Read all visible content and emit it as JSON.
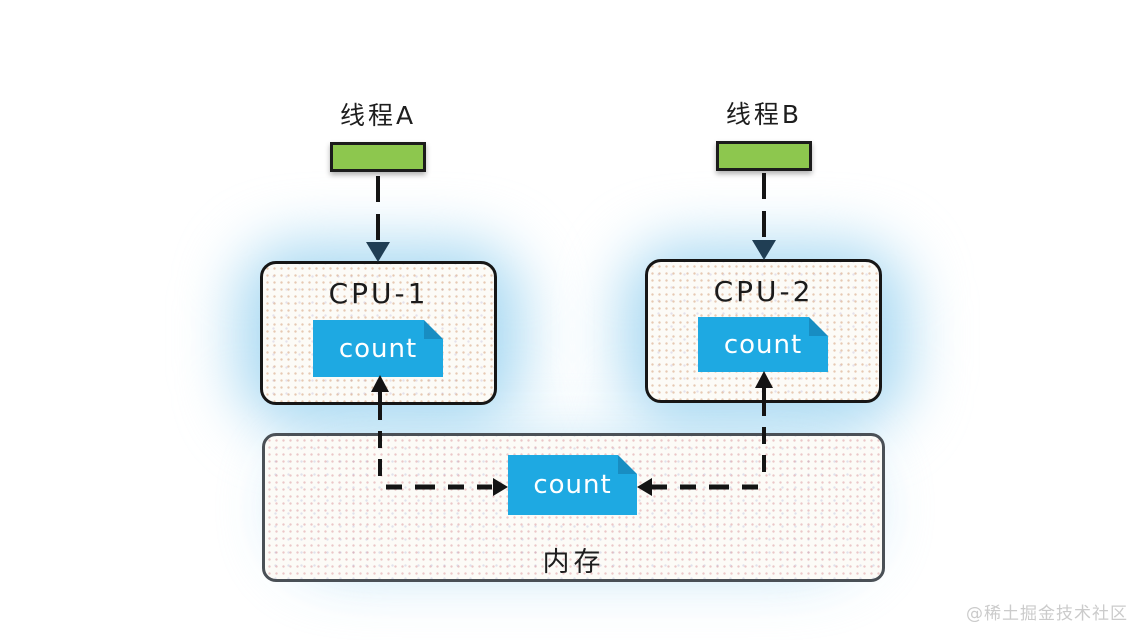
{
  "colors": {
    "thread-block-green": "#8dc74e",
    "badge-blue": "#1ea9e2",
    "glow-blue": "#a9d9f2",
    "arrow-black": "#141414",
    "arrowhead-navy": "#203e54",
    "cpu-border": "#161616",
    "memory-border": "#4a5056"
  },
  "threads": [
    {
      "label": "线程A"
    },
    {
      "label": "线程B"
    }
  ],
  "cpus": [
    {
      "title": "CPU-1",
      "badge": "count"
    },
    {
      "title": "CPU-2",
      "badge": "count"
    }
  ],
  "memory": {
    "title": "内存",
    "badge": "count"
  },
  "watermark": "@稀土掘金技术社区"
}
